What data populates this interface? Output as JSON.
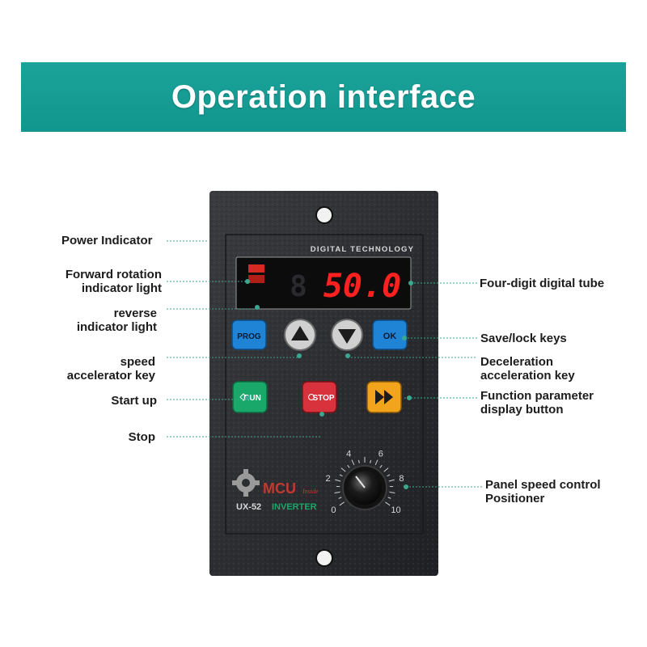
{
  "banner": {
    "title": "Operation interface"
  },
  "panel": {
    "header_text": "DIGITAL TECHNOLOGY",
    "display_value": "50.0",
    "display_dim_digit": "8",
    "buttons": {
      "prog": "PROG",
      "ok": "OK",
      "run": "RUN",
      "stop": "STOP"
    },
    "brand": "MCU",
    "brand_suffix": "Inside",
    "model": "UX-52",
    "inverter": "INVERTER",
    "dial_scale": [
      "0",
      "2",
      "4",
      "6",
      "8",
      "10"
    ]
  },
  "callouts": {
    "power_indicator": "Power Indicator",
    "forward_rotation_1": "Forward rotation",
    "forward_rotation_2": "indicator light",
    "reverse_1": "reverse",
    "reverse_2": "indicator light",
    "speed_1": "speed",
    "speed_2": "accelerator key",
    "start_up": "Start up",
    "stop": "Stop",
    "four_digit": "Four-digit digital tube",
    "save_lock": "Save/lock keys",
    "decel_1": "Deceleration",
    "decel_2": "acceleration key",
    "func_1": "Function parameter",
    "func_2": "display button",
    "panel_speed_1": "Panel speed control",
    "panel_speed_2": "Positioner"
  },
  "colors": {
    "banner": "#12968e",
    "panel_body": "#2b2d30",
    "segment_red": "#ff2020",
    "prog_blue": "#1f84d6",
    "run_green": "#1aa86a",
    "stop_red": "#d8323c",
    "func_orange": "#f2a51c",
    "leader": "#3aa890"
  }
}
